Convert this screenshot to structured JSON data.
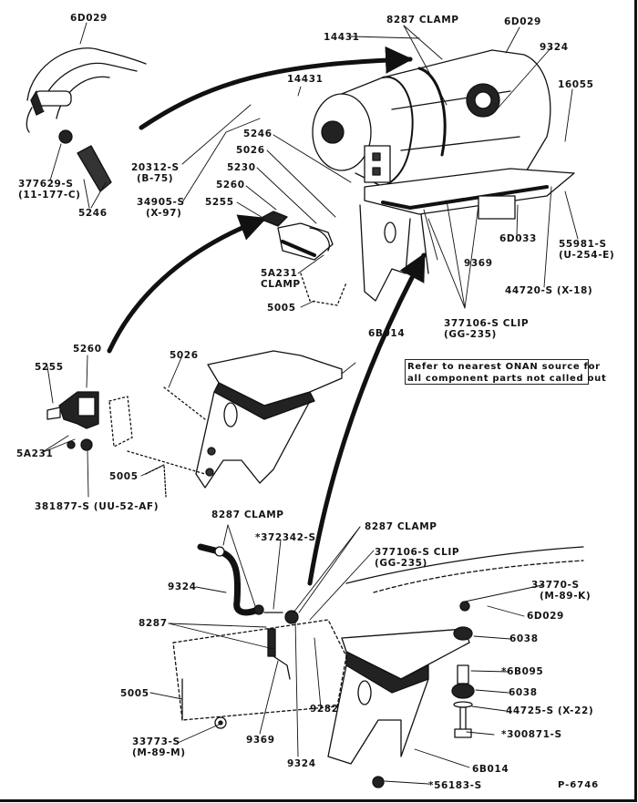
{
  "figure": {
    "id": "P-6746",
    "note": [
      "Refer to nearest ONAN source for",
      "all component parts not called out"
    ]
  },
  "callouts": [
    {
      "key": "c1",
      "part": "6D029"
    },
    {
      "key": "c2",
      "part": "377629-S",
      "spec": "(11-177-C)"
    },
    {
      "key": "c3",
      "part": "5246"
    },
    {
      "key": "c4",
      "part": "8287 CLAMP"
    },
    {
      "key": "c5",
      "part": "14431"
    },
    {
      "key": "c6",
      "part": "6D029"
    },
    {
      "key": "c7",
      "part": "9324"
    },
    {
      "key": "c8",
      "part": "16055"
    },
    {
      "key": "c9",
      "part": "14431"
    },
    {
      "key": "c10",
      "part": "20312-S",
      "spec": "(B-75)"
    },
    {
      "key": "c11",
      "part": "34905-S",
      "spec": "(X-97)"
    },
    {
      "key": "c12",
      "part": "5246"
    },
    {
      "key": "c13",
      "part": "5026"
    },
    {
      "key": "c14",
      "part": "5230"
    },
    {
      "key": "c15",
      "part": "5260"
    },
    {
      "key": "c16",
      "part": "5255"
    },
    {
      "key": "c17",
      "part": "5A231",
      "spec": "CLAMP"
    },
    {
      "key": "c18",
      "part": "5005"
    },
    {
      "key": "c19",
      "part": "6D033"
    },
    {
      "key": "c20",
      "part": "55981-S",
      "spec": "(U-254-E)"
    },
    {
      "key": "c21",
      "part": "9369"
    },
    {
      "key": "c22",
      "part": "44720-S (X-18)"
    },
    {
      "key": "c23",
      "part": "377106-S CLIP",
      "spec": "(GG-235)"
    },
    {
      "key": "c24",
      "part": "6B014"
    },
    {
      "key": "c25",
      "part": "5260"
    },
    {
      "key": "c26",
      "part": "5255"
    },
    {
      "key": "c27",
      "part": "5026"
    },
    {
      "key": "c28",
      "part": "5A231"
    },
    {
      "key": "c29",
      "part": "5005"
    },
    {
      "key": "c30",
      "part": "381877-S (UU-52-AF)"
    },
    {
      "key": "c31",
      "part": "8287 CLAMP"
    },
    {
      "key": "c32",
      "part": "*372342-S"
    },
    {
      "key": "c33",
      "part": "8287 CLAMP"
    },
    {
      "key": "c34",
      "part": "377106-S CLIP",
      "spec": "(GG-235)"
    },
    {
      "key": "c35",
      "part": "9324"
    },
    {
      "key": "c36",
      "part": "33770-S",
      "spec": "(M-89-K)"
    },
    {
      "key": "c37",
      "part": "6D029"
    },
    {
      "key": "c38",
      "part": "8287"
    },
    {
      "key": "c39",
      "part": "6038"
    },
    {
      "key": "c40",
      "part": "*6B095"
    },
    {
      "key": "c41",
      "part": "6038"
    },
    {
      "key": "c42",
      "part": "5005"
    },
    {
      "key": "c43",
      "part": "44725-S (X-22)"
    },
    {
      "key": "c44",
      "part": "9282"
    },
    {
      "key": "c45",
      "part": "*300871-S"
    },
    {
      "key": "c46",
      "part": "33773-S",
      "spec": "(M-89-M)"
    },
    {
      "key": "c47",
      "part": "9369"
    },
    {
      "key": "c48",
      "part": "9324"
    },
    {
      "key": "c49",
      "part": "6B014"
    },
    {
      "key": "c50",
      "part": "*56183-S"
    }
  ]
}
